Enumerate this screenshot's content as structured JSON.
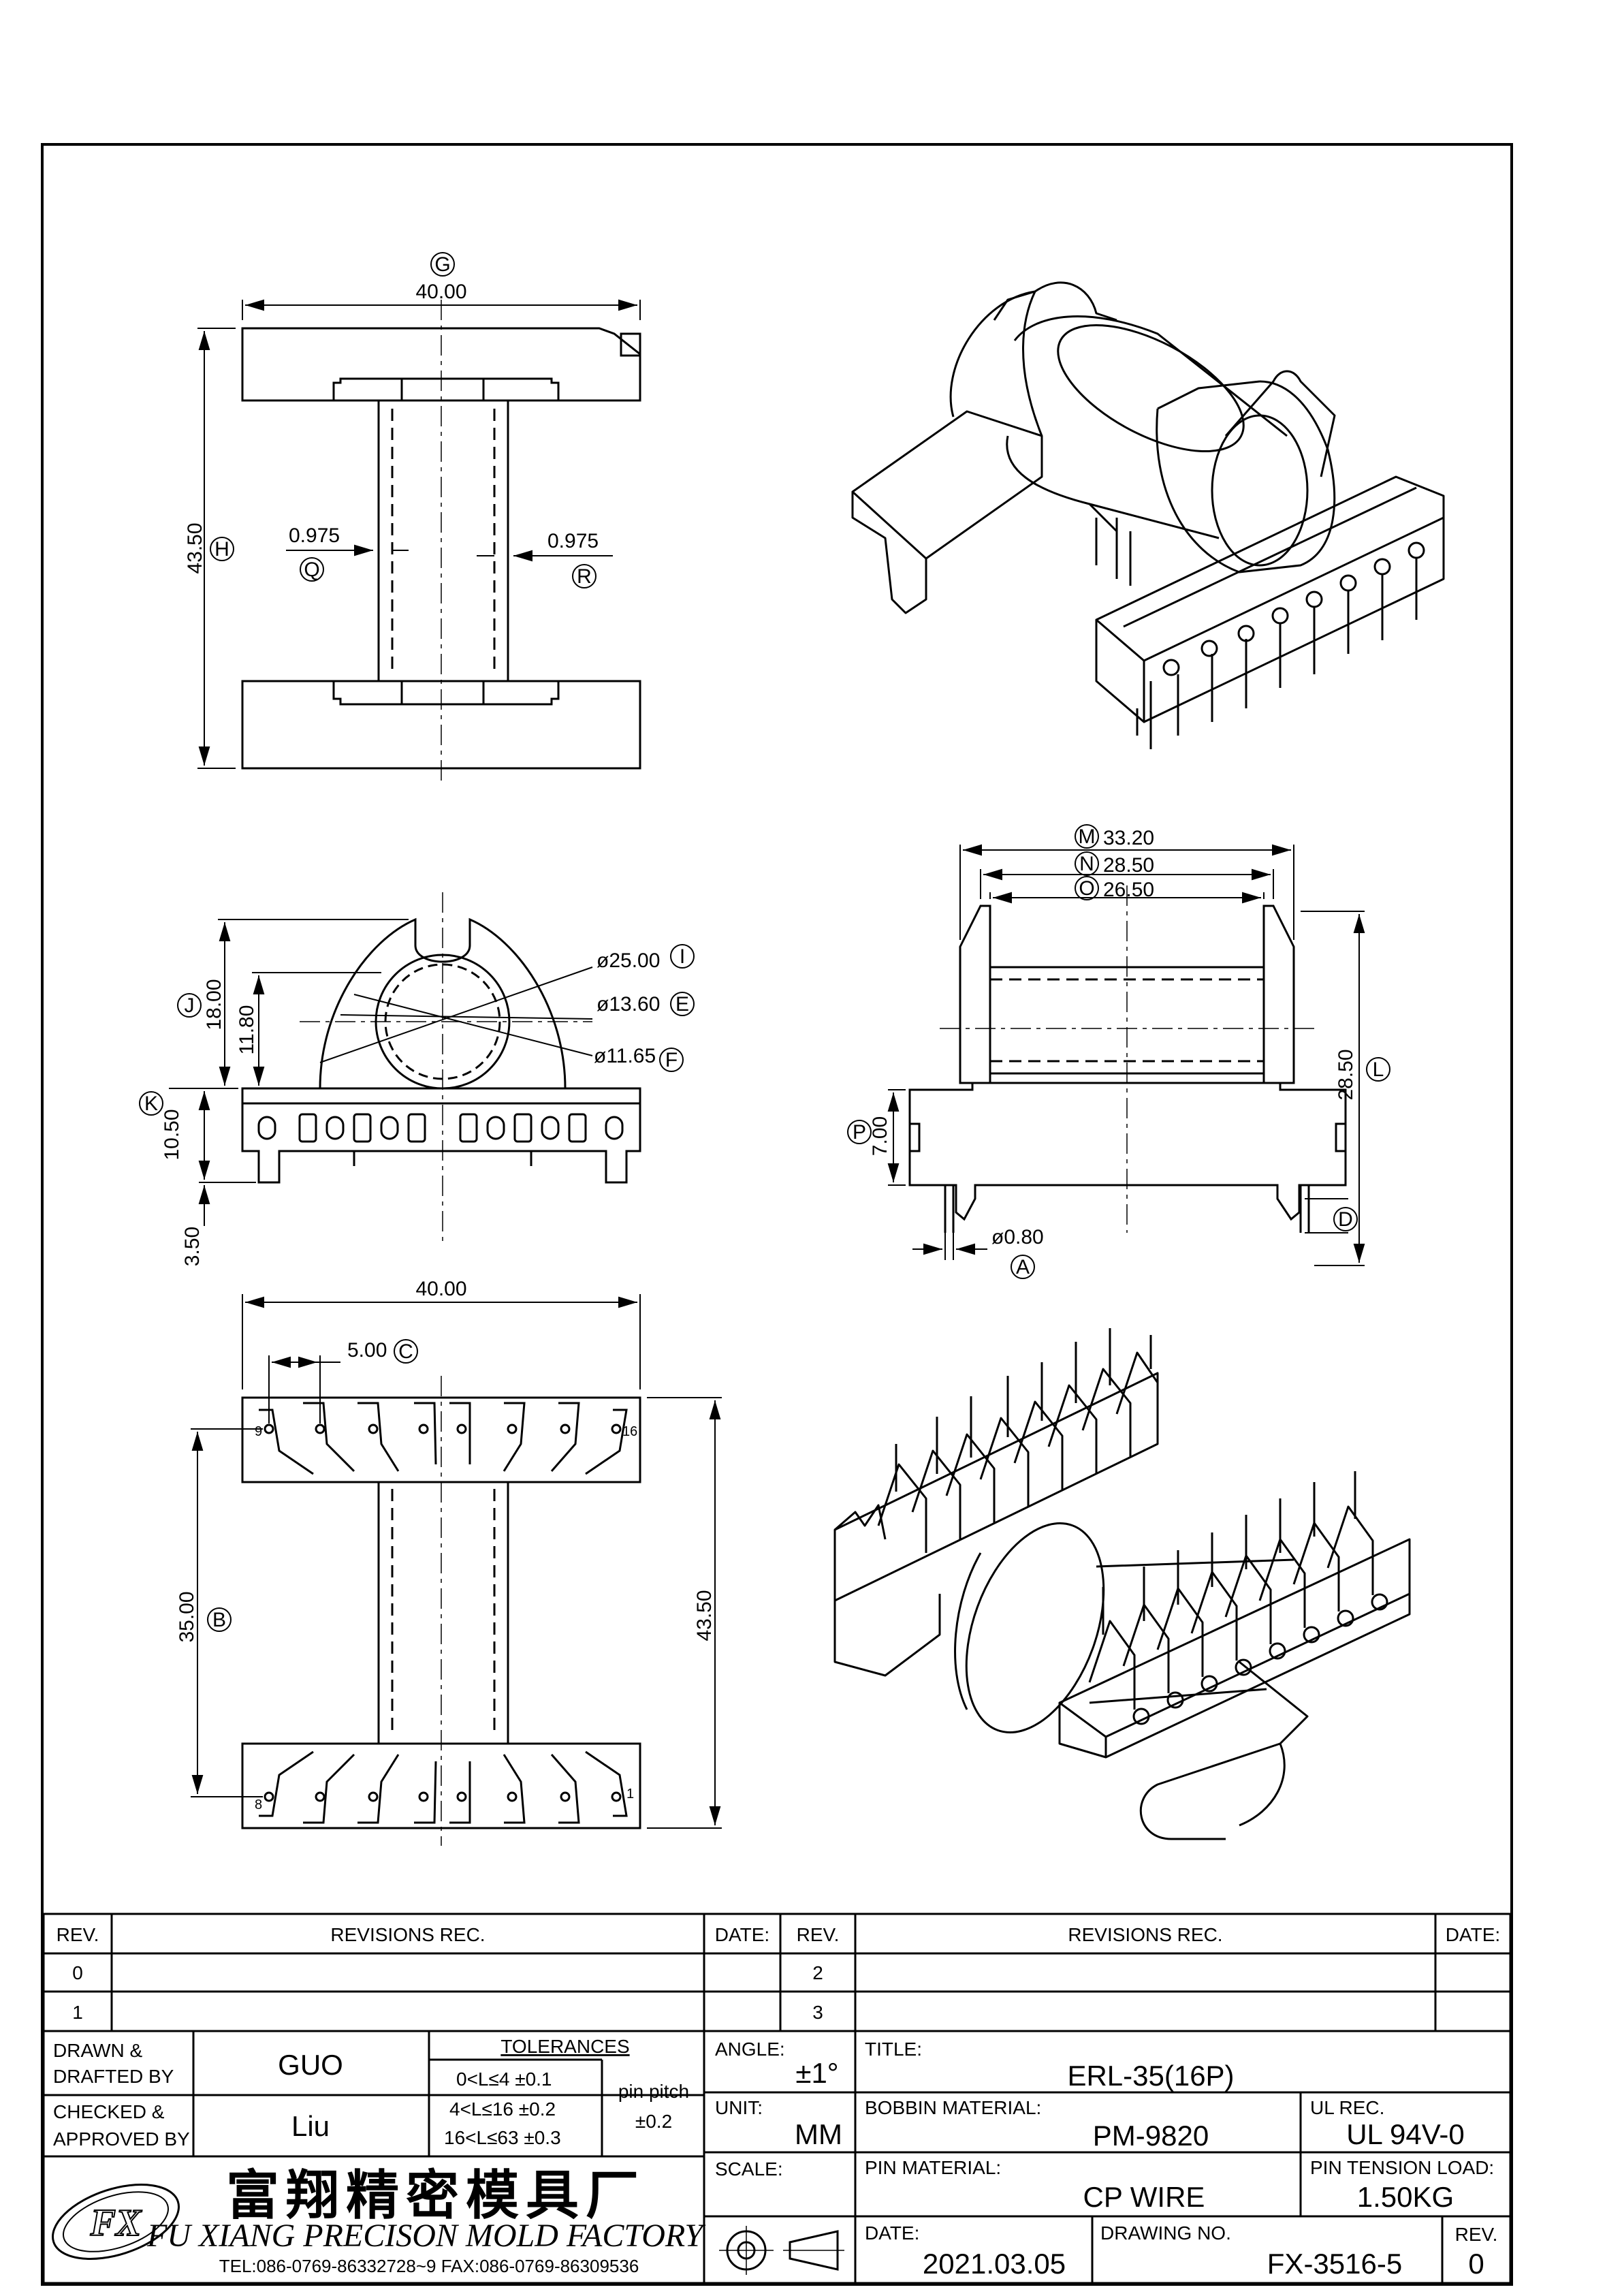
{
  "views": {
    "top": {
      "width_dim": "40.00",
      "width_ref": "G",
      "height_dim": "43.50",
      "height_ref": "H",
      "wall_left": "0.975",
      "wall_left_ref": "Q",
      "wall_right": "0.975",
      "wall_right_ref": "R"
    },
    "front": {
      "d1": "ø25.00",
      "d1_ref": "I",
      "d2": "ø13.60",
      "d2_ref": "E",
      "d3": "ø11.65",
      "d3_ref": "F",
      "h_total": "18.00",
      "h_total_ref": "J",
      "h_center": "11.80",
      "h_base": "10.50",
      "h_base_ref": "K",
      "h_foot": "3.50"
    },
    "side": {
      "w1": "33.20",
      "w1_ref": "M",
      "w2": "28.50",
      "w2_ref": "N",
      "w3": "26.50",
      "w3_ref": "O",
      "height": "28.50",
      "height_ref": "L",
      "base_h": "7.00",
      "base_h_ref": "P",
      "pin_len_ref": "D",
      "pin_d": "ø0.80",
      "pin_d_ref": "A"
    },
    "bottom": {
      "width_dim": "40.00",
      "pitch": "5.00",
      "pitch_ref": "C",
      "span": "35.00",
      "span_ref": "B",
      "height_dim": "43.50",
      "pin_top_left": "9",
      "pin_top_right": "16",
      "pin_bottom_left": "8",
      "pin_bottom_right": "1"
    }
  },
  "revisions": {
    "rev_header": "REV.",
    "rec_header": "REVISIONS   REC.",
    "date_header": "DATE:",
    "rows_left": [
      "0",
      "1"
    ],
    "rows_right": [
      "2",
      "3"
    ]
  },
  "title_block": {
    "drawn_label_1": "DRAWN &",
    "drawn_label_2": "DRAFTED BY",
    "drawn_value": "GUO",
    "checked_label_1": "CHECKED &",
    "checked_label_2": "APPROVED BY",
    "checked_value": "Liu",
    "tolerances_header": "TOLERANCES",
    "tol_row1": "0<L≤4    ±0.1",
    "tol_row2": "4<L≤16  ±0.2",
    "tol_row3": "16<L≤63  ±0.3",
    "pin_pitch_label": "pin pitch",
    "pin_pitch_value": "±0.2",
    "angle_label": "ANGLE:",
    "angle_value": "±1°",
    "unit_label": "UNIT:",
    "unit_value": "MM",
    "scale_label": "SCALE:",
    "title_label": "TITLE:",
    "title_value": "ERL-35(16P)",
    "bobbin_label": "BOBBIN MATERIAL:",
    "bobbin_value": "PM-9820",
    "ul_label": "UL REC.",
    "ul_value": "UL 94V-0",
    "pin_material_label": "PIN MATERIAL:",
    "pin_material_value": "CP WIRE",
    "tension_label": "PIN TENSION LOAD:",
    "tension_value": "1.50KG",
    "date_label": "DATE:",
    "date_value": "2021.03.05",
    "drawing_no_label": "DRAWING NO.",
    "drawing_no_value": "FX-3516-5",
    "rev_label": "REV.",
    "rev_value": "0",
    "company_cn": "富翔精密模具厂",
    "company_en": "FU XIANG PRECISON MOLD FACTORY",
    "contact": "TEL:086-0769-86332728~9   FAX:086-0769-86309536",
    "logo_text": "FX"
  }
}
